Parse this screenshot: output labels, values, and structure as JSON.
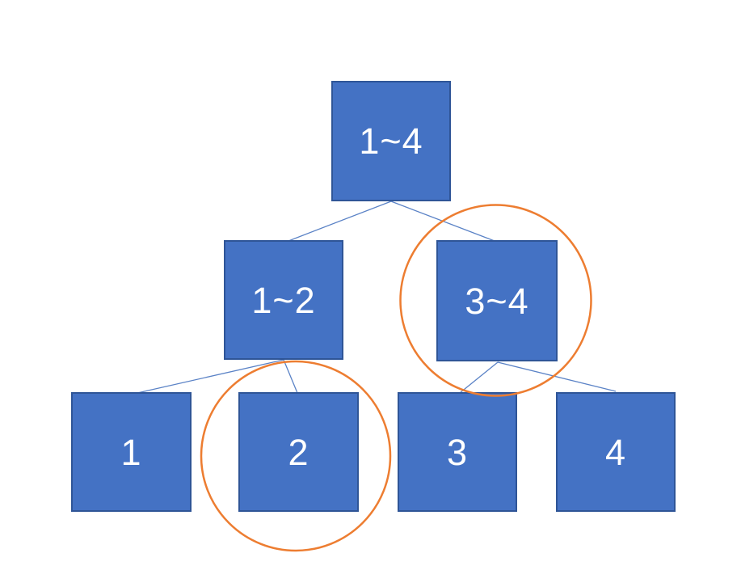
{
  "diagram": {
    "background": "#ffffff",
    "colors": {
      "node_fill": "#4472c4",
      "node_border": "#2f5597",
      "node_text": "#ffffff",
      "connector": "#5a82c6",
      "highlight_ring": "#ed7d31"
    },
    "nodes": [
      {
        "id": "range-1-4",
        "label": "1~4",
        "highlighted": false
      },
      {
        "id": "range-1-2",
        "label": "1~2",
        "highlighted": false
      },
      {
        "id": "range-3-4",
        "label": "3~4",
        "highlighted": true
      },
      {
        "id": "leaf-1",
        "label": "1",
        "highlighted": false
      },
      {
        "id": "leaf-2",
        "label": "2",
        "highlighted": true
      },
      {
        "id": "leaf-3",
        "label": "3",
        "highlighted": false
      },
      {
        "id": "leaf-4",
        "label": "4",
        "highlighted": false
      }
    ],
    "edges": [
      {
        "from": "range-1-4",
        "to": "range-1-2"
      },
      {
        "from": "range-1-4",
        "to": "range-3-4"
      },
      {
        "from": "range-1-2",
        "to": "leaf-1"
      },
      {
        "from": "range-1-2",
        "to": "leaf-2"
      },
      {
        "from": "range-3-4",
        "to": "leaf-3"
      },
      {
        "from": "range-3-4",
        "to": "leaf-4"
      }
    ]
  }
}
